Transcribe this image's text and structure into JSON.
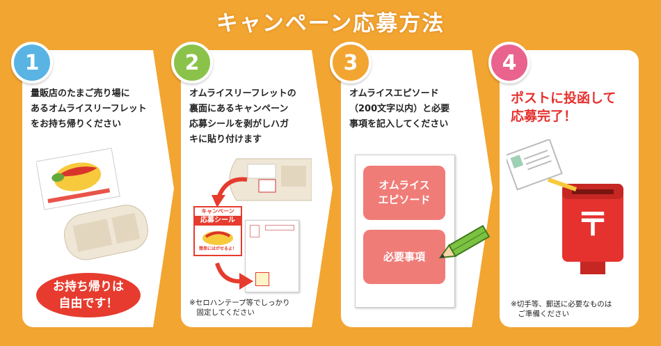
{
  "title": "キャンペーン応募方法",
  "colors": {
    "background": "#f2a531",
    "step1": "#59b4e4",
    "step2": "#8bc34a",
    "step3": "#f2a531",
    "step4": "#e9638e",
    "accent_red": "#e63b2e"
  },
  "steps": [
    {
      "number": "1",
      "text": "量販店のたまご売り場に\nあるオムライスリーフレット\nをお持ち帰りください",
      "badge": "お持ち帰りは\n自由です！"
    },
    {
      "number": "2",
      "text": "オムライスリーフレットの\n裏面にあるキャンペーン\n応募シールを剥がしハガ\nキに貼り付けます",
      "sticker_title": "キャンペーン",
      "sticker_label": "応募シール",
      "sticker_note": "簡単にはがせるよ！",
      "note": "※セロハンテープ等でしっかり\n　固定してください"
    },
    {
      "number": "3",
      "text": "オムライスエピソード\n（200文字以内）と必要\n事項を記入してください",
      "box1": "オムライス\nエピソード",
      "box2": "必要事項"
    },
    {
      "number": "4",
      "headline": "ポストに投函して\n応募完了！",
      "note": "※切手等、郵送に必要なものは\n　ご準備ください"
    }
  ]
}
